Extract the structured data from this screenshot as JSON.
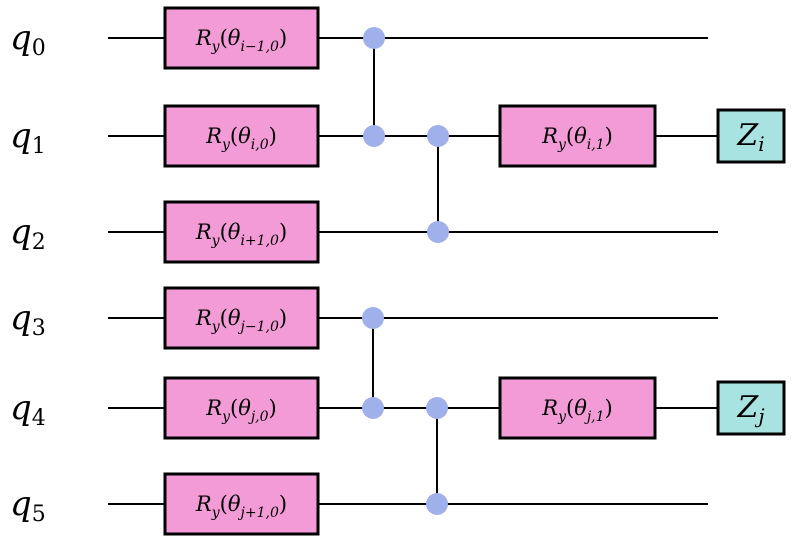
{
  "qubits": [
    {
      "name": "q",
      "index": "0"
    },
    {
      "name": "q",
      "index": "1"
    },
    {
      "name": "q",
      "index": "2"
    },
    {
      "name": "q",
      "index": "3"
    },
    {
      "name": "q",
      "index": "4"
    },
    {
      "name": "q",
      "index": "5"
    }
  ],
  "rotation_layer0": [
    {
      "op": "R",
      "axis": "y",
      "param": "θ",
      "sub": "i−1,0"
    },
    {
      "op": "R",
      "axis": "y",
      "param": "θ",
      "sub": "i,0"
    },
    {
      "op": "R",
      "axis": "y",
      "param": "θ",
      "sub": "i+1,0"
    },
    {
      "op": "R",
      "axis": "y",
      "param": "θ",
      "sub": "j−1,0"
    },
    {
      "op": "R",
      "axis": "y",
      "param": "θ",
      "sub": "j,0"
    },
    {
      "op": "R",
      "axis": "y",
      "param": "θ",
      "sub": "j+1,0"
    }
  ],
  "controlled_z": [
    {
      "qubits": [
        0,
        1
      ]
    },
    {
      "qubits": [
        1,
        2
      ]
    },
    {
      "qubits": [
        3,
        4
      ]
    },
    {
      "qubits": [
        4,
        5
      ]
    }
  ],
  "rotation_layer1": [
    {
      "qubit": 1,
      "op": "R",
      "axis": "y",
      "param": "θ",
      "sub": "i,1"
    },
    {
      "qubit": 4,
      "op": "R",
      "axis": "y",
      "param": "θ",
      "sub": "j,1"
    }
  ],
  "measurements": [
    {
      "qubit": 1,
      "op": "Z",
      "sub": "i"
    },
    {
      "qubit": 4,
      "op": "Z",
      "sub": "j"
    }
  ],
  "colors": {
    "rotation_gate": "#f39bd6",
    "measurement": "#a8e3e1",
    "control_dot": "#9fb0ea"
  }
}
